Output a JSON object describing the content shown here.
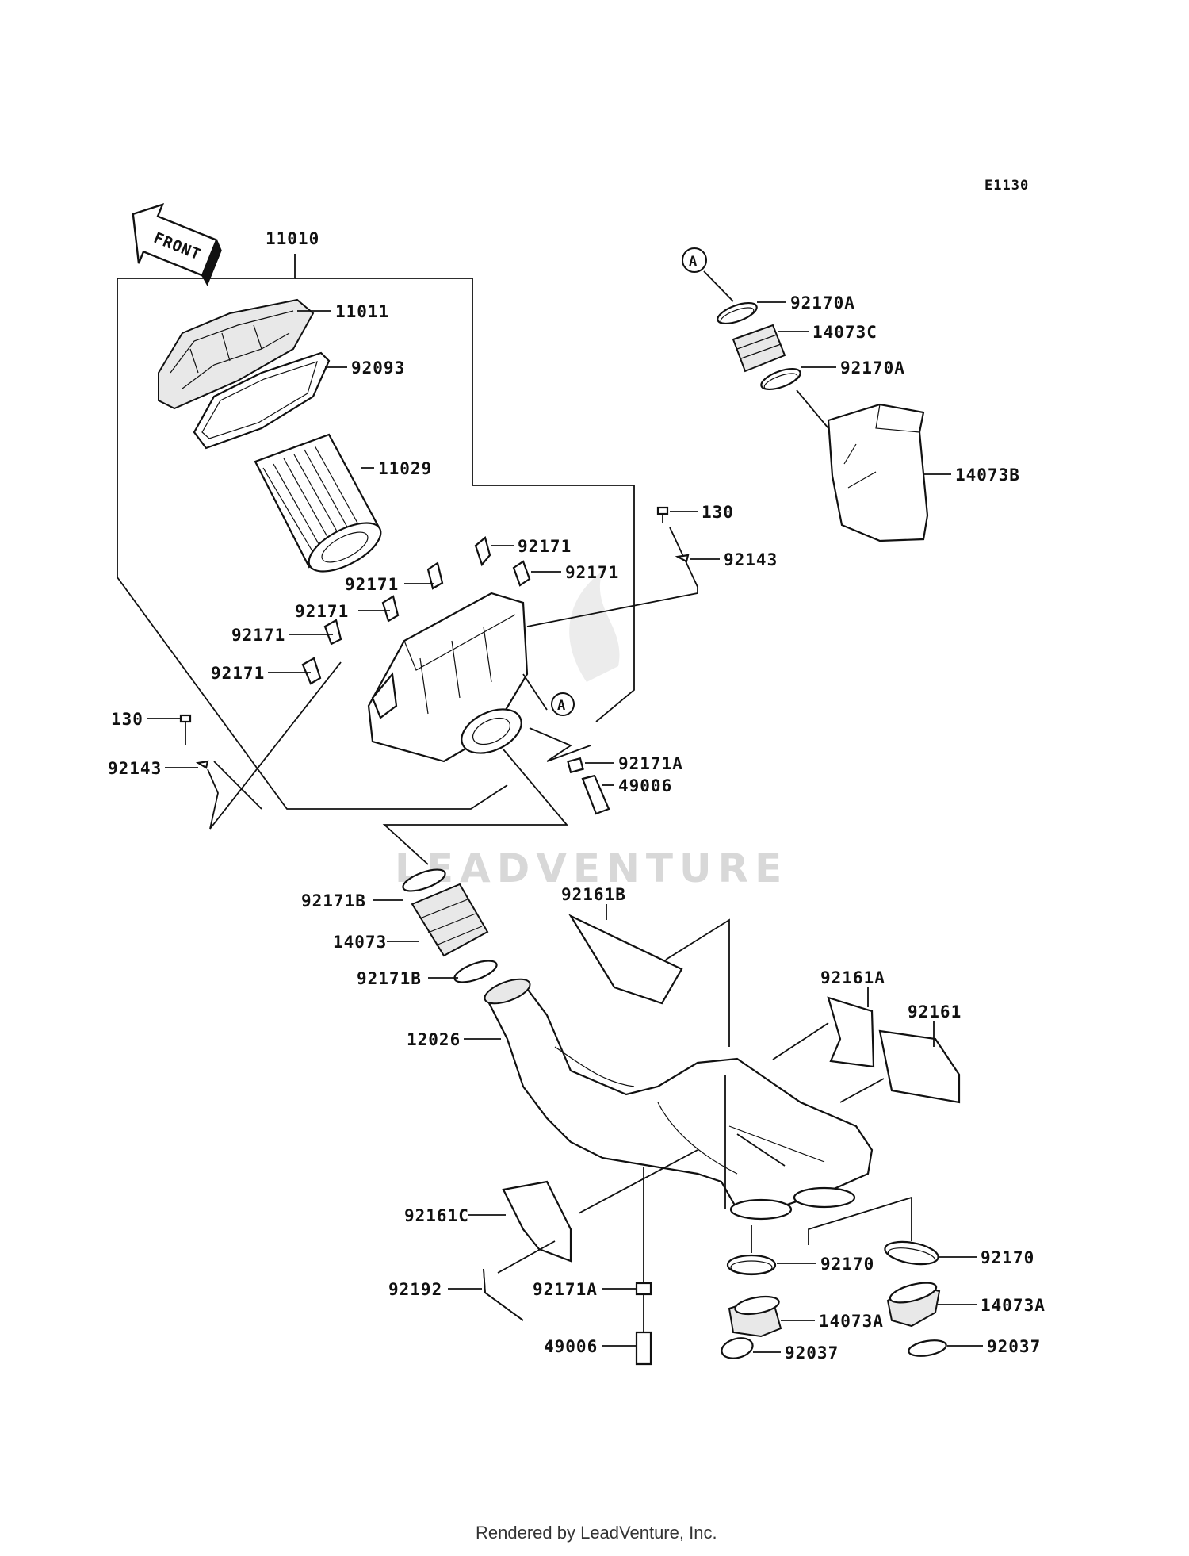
{
  "diagram": {
    "code": "E1130",
    "front_label": "FRONT",
    "watermark": "LEADVENTURE",
    "footer": "Rendered by LeadVenture, Inc.",
    "callout_letter": "A",
    "parts": [
      {
        "id": "p1",
        "label": "11010"
      },
      {
        "id": "p2",
        "label": "11011"
      },
      {
        "id": "p3",
        "label": "92093"
      },
      {
        "id": "p4",
        "label": "11029"
      },
      {
        "id": "p5",
        "label": "92171"
      },
      {
        "id": "p6",
        "label": "92171"
      },
      {
        "id": "p7",
        "label": "92171"
      },
      {
        "id": "p8",
        "label": "92171"
      },
      {
        "id": "p9",
        "label": "92171"
      },
      {
        "id": "p10",
        "label": "92171"
      },
      {
        "id": "p11",
        "label": "130"
      },
      {
        "id": "p12",
        "label": "92143"
      },
      {
        "id": "p13",
        "label": "130"
      },
      {
        "id": "p14",
        "label": "92143"
      },
      {
        "id": "p15",
        "label": "92171A"
      },
      {
        "id": "p16",
        "label": "49006"
      },
      {
        "id": "p17",
        "label": "92170A"
      },
      {
        "id": "p18",
        "label": "14073C"
      },
      {
        "id": "p19",
        "label": "92170A"
      },
      {
        "id": "p20",
        "label": "14073B"
      },
      {
        "id": "p21",
        "label": "92171B"
      },
      {
        "id": "p22",
        "label": "14073"
      },
      {
        "id": "p23",
        "label": "92171B"
      },
      {
        "id": "p24",
        "label": "12026"
      },
      {
        "id": "p25",
        "label": "92161B"
      },
      {
        "id": "p26",
        "label": "92161A"
      },
      {
        "id": "p27",
        "label": "92161"
      },
      {
        "id": "p28",
        "label": "92161C"
      },
      {
        "id": "p29",
        "label": "92192"
      },
      {
        "id": "p30",
        "label": "92171A"
      },
      {
        "id": "p31",
        "label": "49006"
      },
      {
        "id": "p32",
        "label": "92170"
      },
      {
        "id": "p33",
        "label": "14073A"
      },
      {
        "id": "p34",
        "label": "92037"
      },
      {
        "id": "p35",
        "label": "92170"
      },
      {
        "id": "p36",
        "label": "14073A"
      },
      {
        "id": "p37",
        "label": "92037"
      }
    ]
  }
}
